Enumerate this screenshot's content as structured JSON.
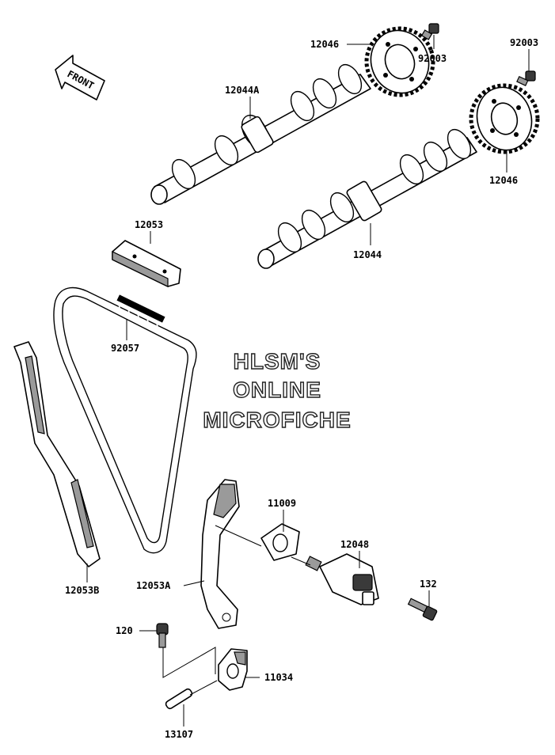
{
  "watermark": {
    "line1": "HLSM'S",
    "line2": "ONLINE",
    "line3": "MICROFICHE"
  },
  "direction_label": "FRONT",
  "parts": {
    "sprocket_upper": "12046",
    "bolt_upper": "92003",
    "bolt_right": "92003",
    "sprocket_right": "12046",
    "camshaft_intake": "12044A",
    "camshaft_exhaust": "12044",
    "chain_guide_top": "12053",
    "cam_chain": "92057",
    "chain_guide_front": "12053B",
    "chain_guide_rear": "12053A",
    "gasket": "11009",
    "tensioner": "12048",
    "tensioner_bolt": "132",
    "bolt_small": "120",
    "bracket": "11034",
    "pin": "13107"
  }
}
